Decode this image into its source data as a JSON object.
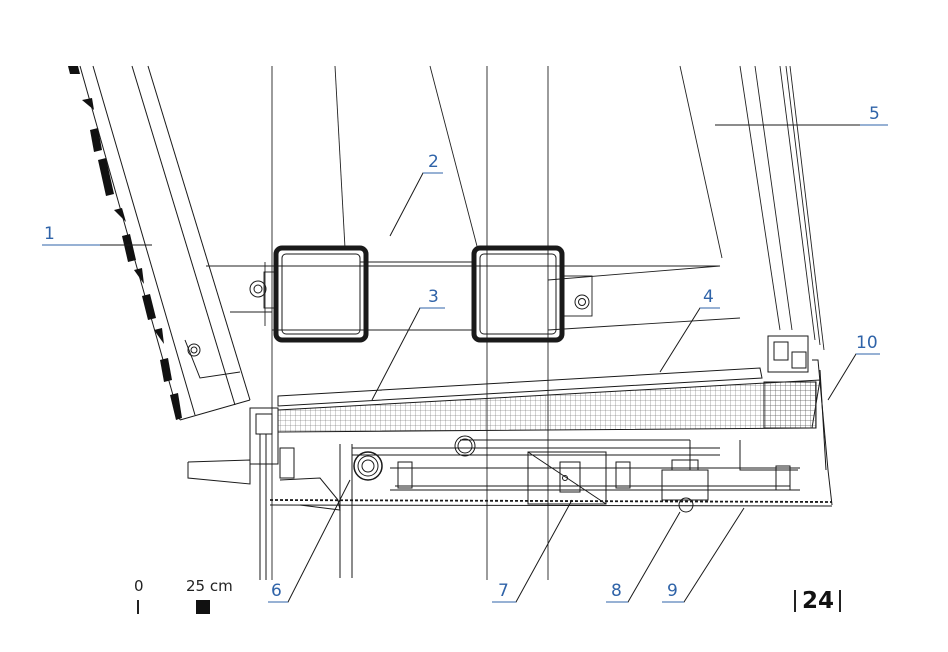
{
  "callouts": [
    "1",
    "2",
    "3",
    "4",
    "5",
    "6",
    "7",
    "8",
    "9",
    "10"
  ],
  "scale": {
    "zero_label": "0",
    "length_label": "25 cm"
  },
  "page_number": "24",
  "colors": {
    "callout": "#2f63a8",
    "line": "#1a1a1a",
    "hatch": "#444444"
  }
}
